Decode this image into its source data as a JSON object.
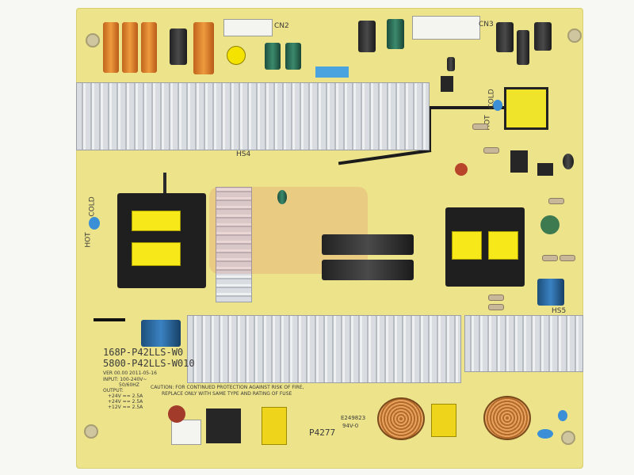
{
  "board": {
    "model_line1": "168P-P42LLS-W0",
    "model_line2": "5800-P42LLS-W010",
    "code_small": "VER 00.00   2011-05-16",
    "input_label": "INPUT: 100-240V~",
    "input_freq": "50/60HZ",
    "output_label": "OUTPUT:",
    "output_line1": "+24V  ==  2.5A",
    "output_line2": "+24V  ==  2.5A",
    "output_line3": "+12V  ==  2.5A",
    "caution_line1": "CAUTION: FOR CONTINUED PROTECTION AGAINST RISK OF FIRE,",
    "caution_line2": "REPLACE ONLY WITH SAME TYPE AND RATING OF FUSE",
    "serial": "E249823",
    "rating": "94V-0",
    "part_code": "P4277",
    "cn2": "CN2",
    "cn3": "CN3",
    "hs4": "HS4",
    "hs5": "HS5",
    "hot_left": "HOT",
    "cold_left": "COLD",
    "hot_right": "HOT",
    "cold_right": "COLD"
  },
  "colors": {
    "pcb": "#ece38a",
    "heatsink": "#c8cdd2",
    "trace": "#1b1b1b",
    "copper": "#b36a2a"
  }
}
